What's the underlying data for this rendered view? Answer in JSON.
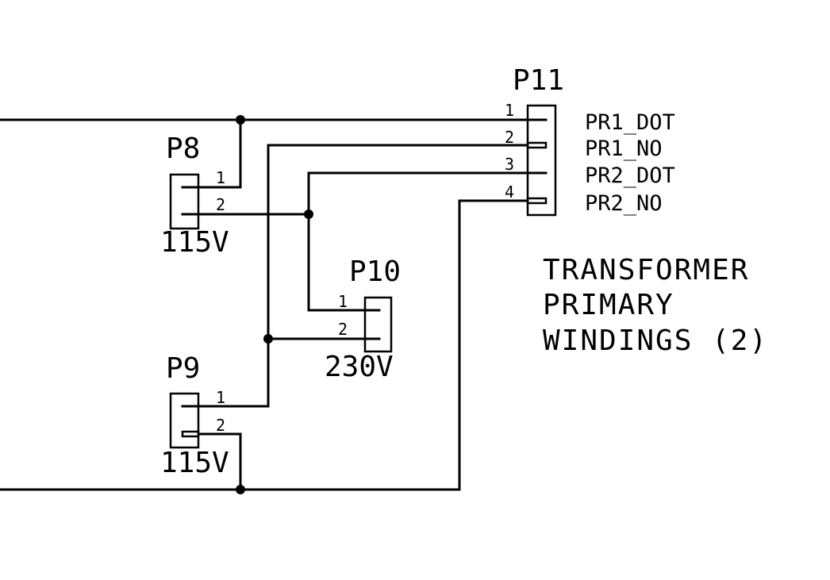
{
  "connectors": {
    "p8": {
      "ref": "P8",
      "value": "115V",
      "pins": [
        "1",
        "2"
      ]
    },
    "p9": {
      "ref": "P9",
      "value": "115V",
      "pins": [
        "1",
        "2"
      ]
    },
    "p10": {
      "ref": "P10",
      "value": "230V",
      "pins": [
        "1",
        "2"
      ]
    },
    "p11": {
      "ref": "P11",
      "pins": [
        "1",
        "2",
        "3",
        "4"
      ]
    }
  },
  "net_labels": [
    "PR1_DOT",
    "PR1_NO",
    "PR2_DOT",
    "PR2_NO"
  ],
  "note": {
    "lines": [
      "TRANSFORMER",
      "PRIMARY",
      "WINDINGS (2)"
    ]
  },
  "colors": {
    "ink": "#000000",
    "background": "#ffffff"
  }
}
